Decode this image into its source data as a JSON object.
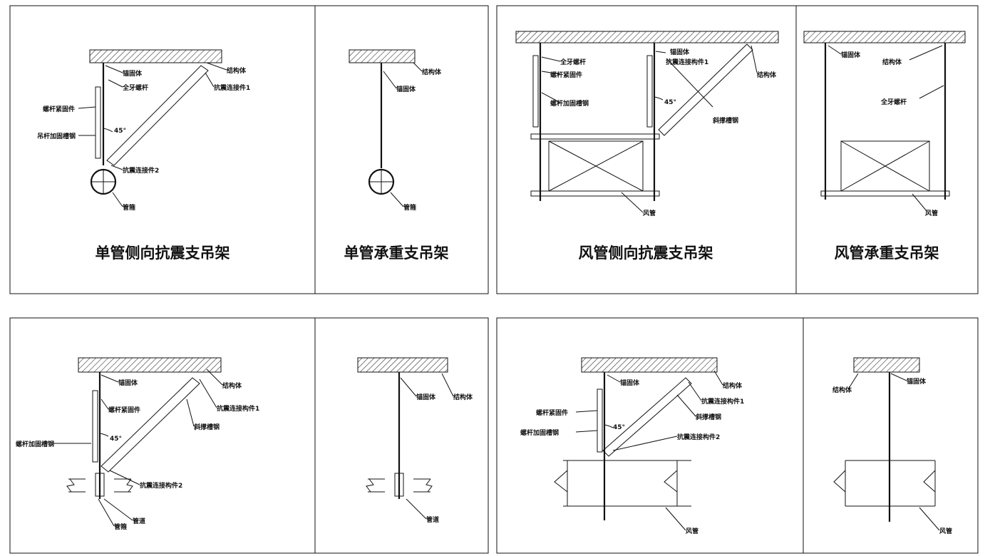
{
  "titles": {
    "p1": "单管侧向抗震支吊架",
    "p2": "单管承重支吊架",
    "p3": "风管侧向抗震支吊架",
    "p4": "风管承重支吊架"
  },
  "labels": {
    "anchor": "锚固体",
    "structure": "结构体",
    "full_thread_rod": "全牙螺杆",
    "rod_clamp": "螺杆紧固件",
    "rod_reinforce": "吊杆加固槽钢",
    "rod_reinforce_b": "螺杆加固槽钢",
    "seismic_conn1": "抗震连接件1",
    "seismic_conn2": "抗震连接件2",
    "seismic_member1": "抗震连接构件1",
    "seismic_member2": "抗震连接构件2",
    "seismic_member2_short": "抗震连接构件2",
    "brace_channel": "斜撑槽钢",
    "pipe_clamp": "管箍",
    "pipe": "管道",
    "duct": "风管",
    "angle": "45°"
  }
}
